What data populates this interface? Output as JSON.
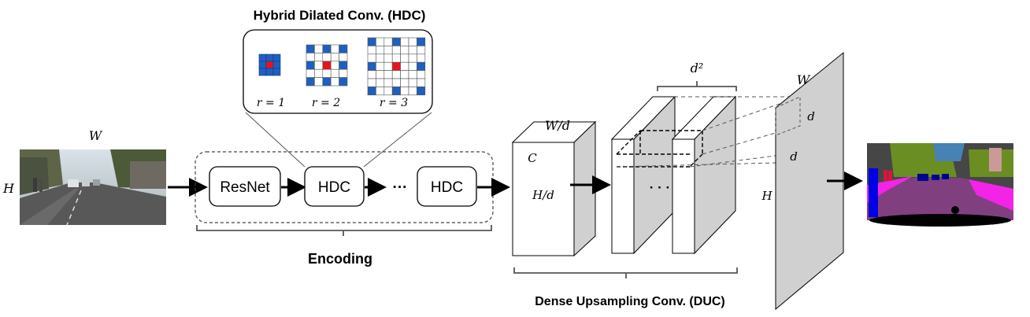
{
  "hdc_title": "Hybrid Dilated Conv. (HDC)",
  "input_image": {
    "width_label": "W",
    "height_label": "H"
  },
  "encoding": {
    "boxes": [
      "ResNet",
      "HDC",
      "HDC"
    ],
    "ellipsis": "···",
    "label": "Encoding"
  },
  "hdc_panel": {
    "rates": [
      "r = 1",
      "r = 2",
      "r = 3"
    ]
  },
  "feature_map": {
    "width_label": "W/d",
    "channel_label": "C",
    "height_label": "H/d"
  },
  "duc": {
    "depth_label": "d²",
    "ellipsis": "· · ·",
    "label": "Dense Upsampling Conv. (DUC)"
  },
  "output_plane": {
    "width_label": "W",
    "height_label": "H",
    "d_label_1": "d",
    "d_label_2": "d"
  },
  "colors": {
    "kernel_blue": "#1f5fbf",
    "kernel_red": "#e8141c",
    "panel_gray": "#d0d0d0",
    "road_purple": "#804080",
    "sidewalk_pink": "#f423e8",
    "vegetation_green": "#6b8e23",
    "sky_blue": "#4682b4",
    "building_gray": "#464646"
  }
}
